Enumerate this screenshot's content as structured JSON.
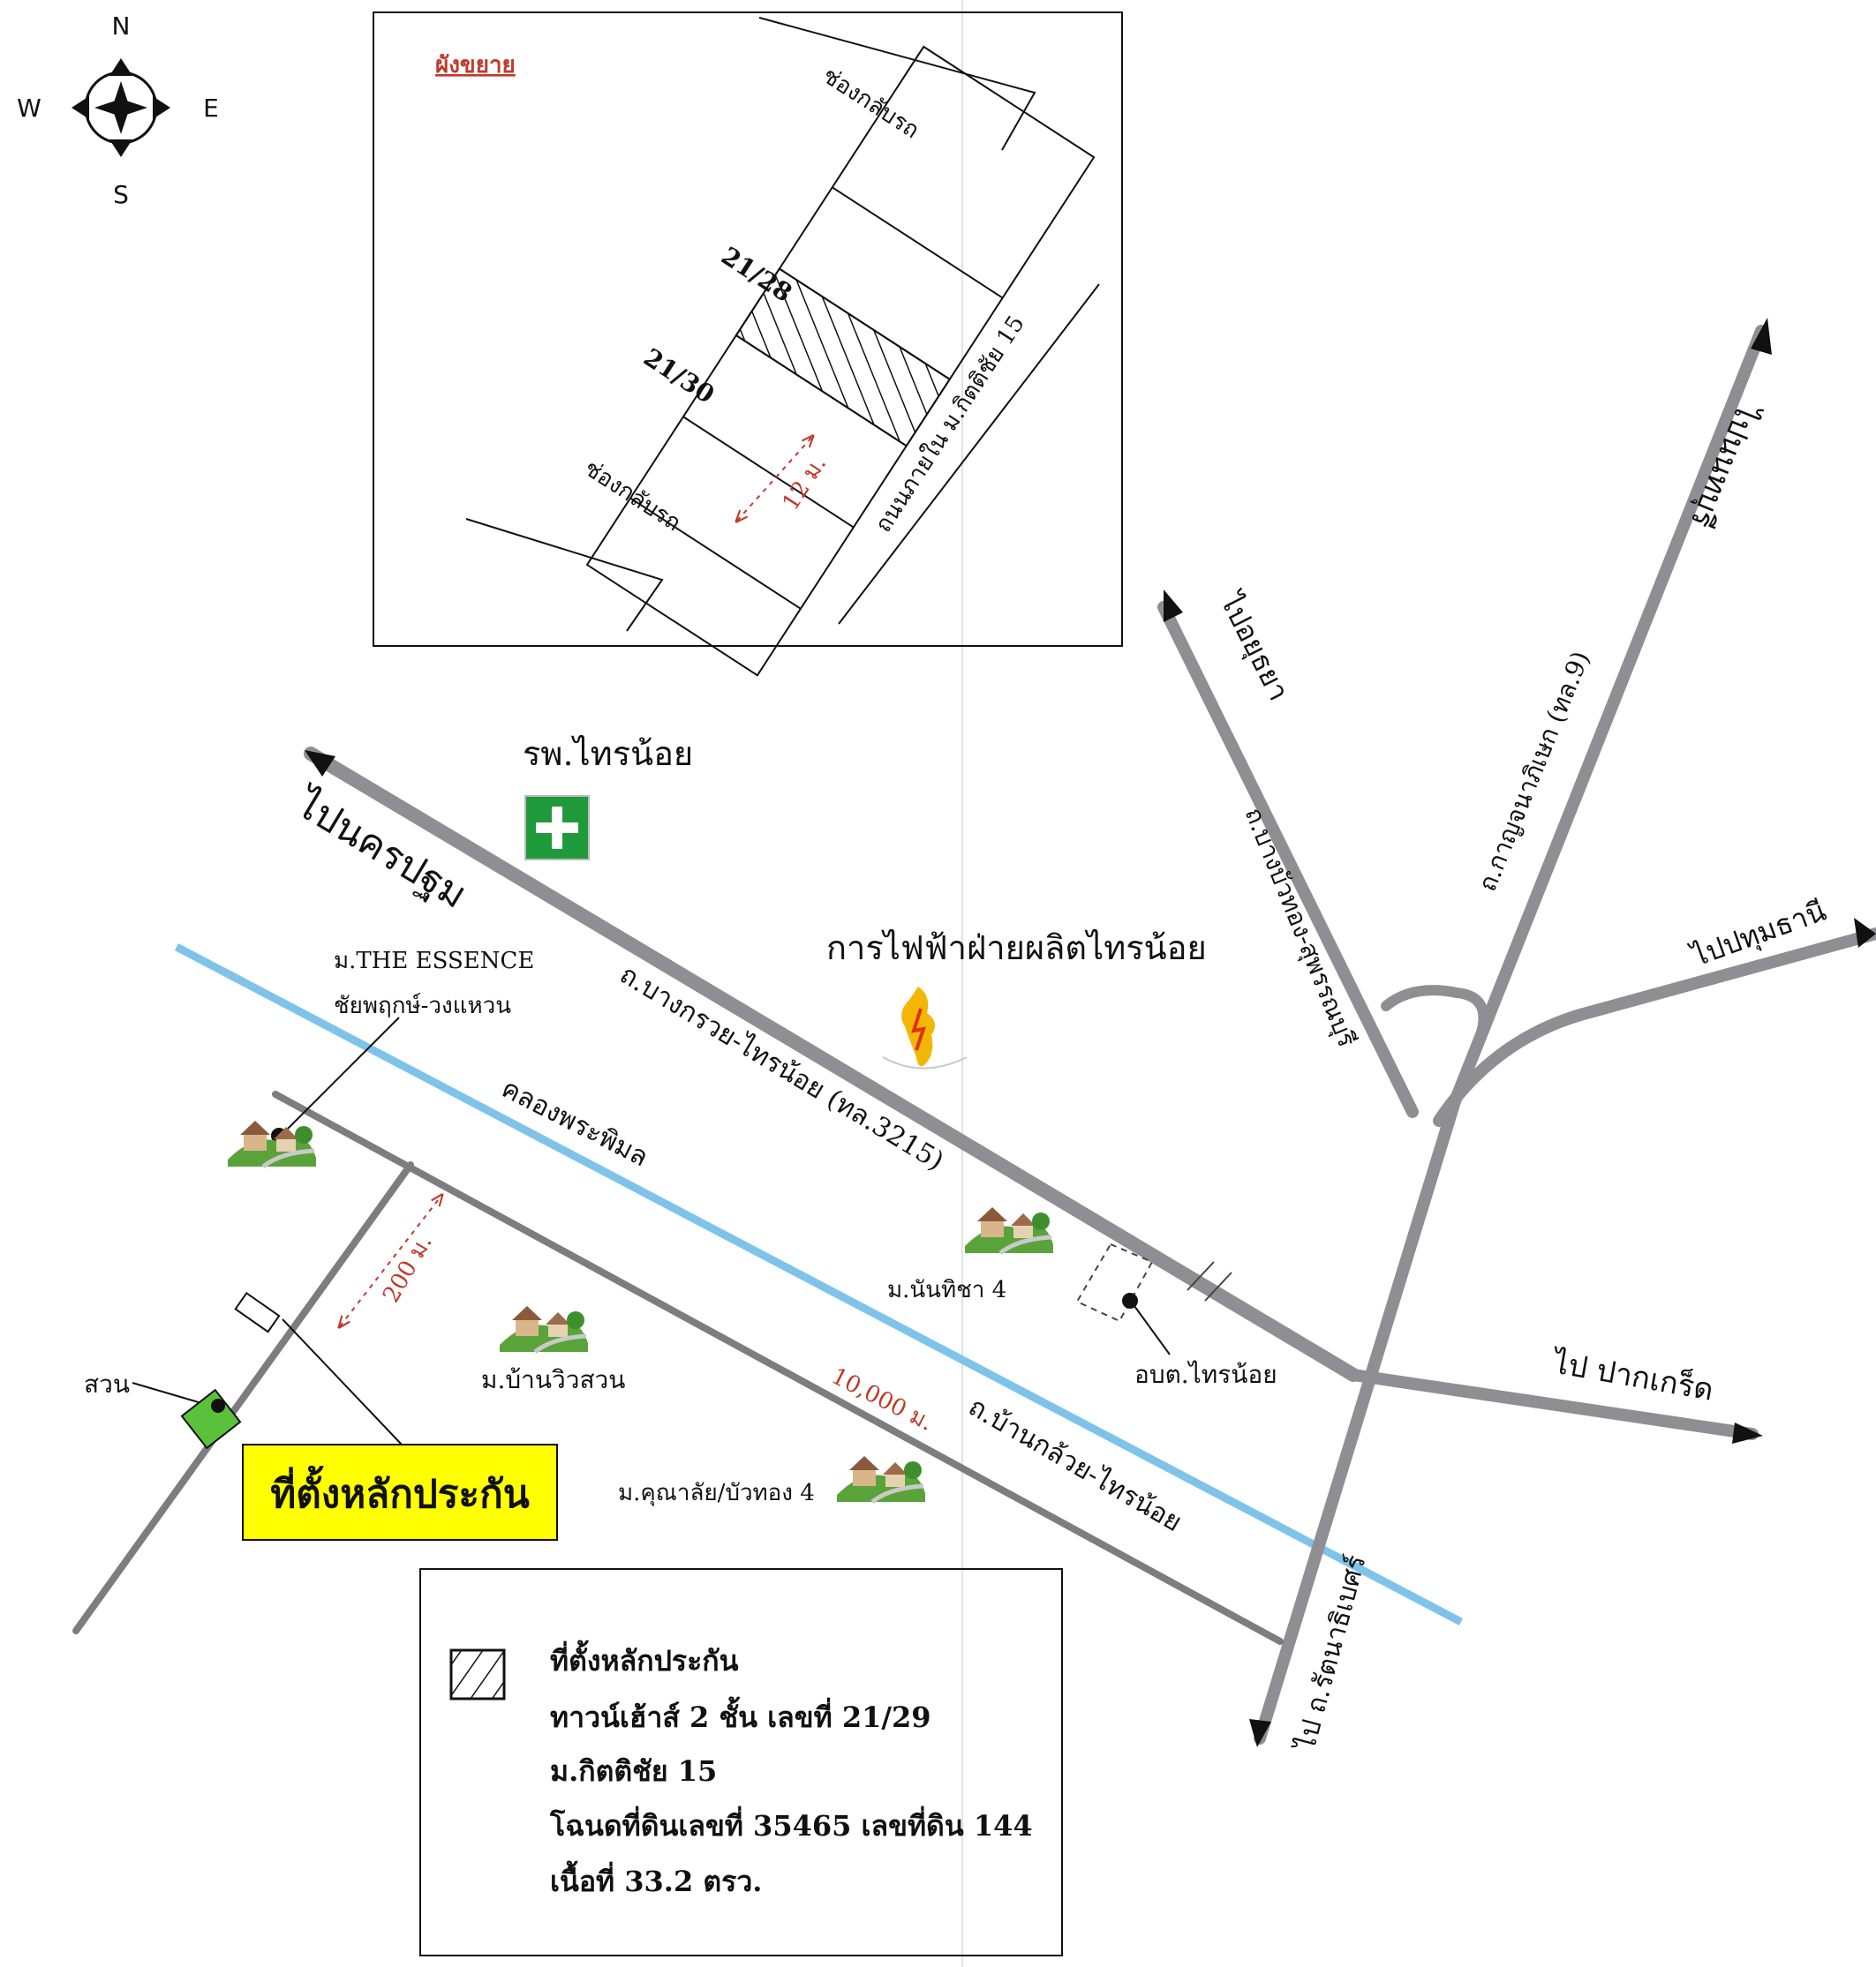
{
  "compass": {
    "n": "N",
    "s": "S",
    "e": "E",
    "w": "W"
  },
  "inset": {
    "title": "ผังขยาย",
    "return_top": "ช่องกลับรถ",
    "return_bottom": "ช่องกลับรถ",
    "unit_a": "21/28",
    "unit_b": "21/30",
    "road_label": "ถนนภายใน ม.กิตติชัย 15",
    "width_label": "12 ม."
  },
  "roads": {
    "main_nw": "ไปนครปฐม",
    "main_label": "ถ.บางกรวย-ไทรน้อย (ทล.3215)",
    "lower_label": "ถ.บ้านกล้วย-ไทรน้อย",
    "to_ayutthaya": "ไปอยุธยา",
    "bangbuathong": "ถ.บางบัวทอง-สุพรรณบุรี",
    "to_nonthaburi": "ไปนนทบุรี",
    "kanchana": "ถ.กาญจนาภิเษก (ทล.9)",
    "to_pathumthani": "ไปปทุมธานี",
    "to_pakkret": "ไป ปากเกร็ด",
    "to_rattanathibet": "ไป ถ.รัตนาธิเบศร์",
    "canal": "คลองพระพิมล",
    "dist_200": "200 ม.",
    "dist_10000": "10,000 ม."
  },
  "places": {
    "hospital": "รพ.ไทรน้อย",
    "egat": "การไฟฟ้าฝ่ายผลิตไทรน้อย",
    "essence_1": "ม.THE ESSENCE",
    "essence_2": "ชัยพฤกษ์-วงแหวน",
    "nanthicha": "ม.นันทิชา 4",
    "banwiw": "ม.บ้านวิวสวน",
    "kunalai": "ม.คุณาลัย/บัวทอง 4",
    "obt": "อบต.ไทรน้อย",
    "garden": "สวน",
    "collateral": "ที่ตั้งหลักประกัน"
  },
  "legend": {
    "line1": "ที่ตั้งหลักประกัน",
    "line2": "ทาวน์เฮ้าส์ 2 ชั้น เลขที่  21/29",
    "line3": "ม.กิตติชัย 15",
    "line4": "โฉนดที่ดินเลขที่ 35465  เลขที่ดิน 144",
    "line5": "เนื้อที่ 33.2 ตรว."
  },
  "colors": {
    "road": "#8e8e93",
    "canal": "#7ec3ea",
    "hospital": "#1f9a3a",
    "label_bg": "#ffff00",
    "garden": "#5ac23a",
    "distance": "#c0392b"
  }
}
